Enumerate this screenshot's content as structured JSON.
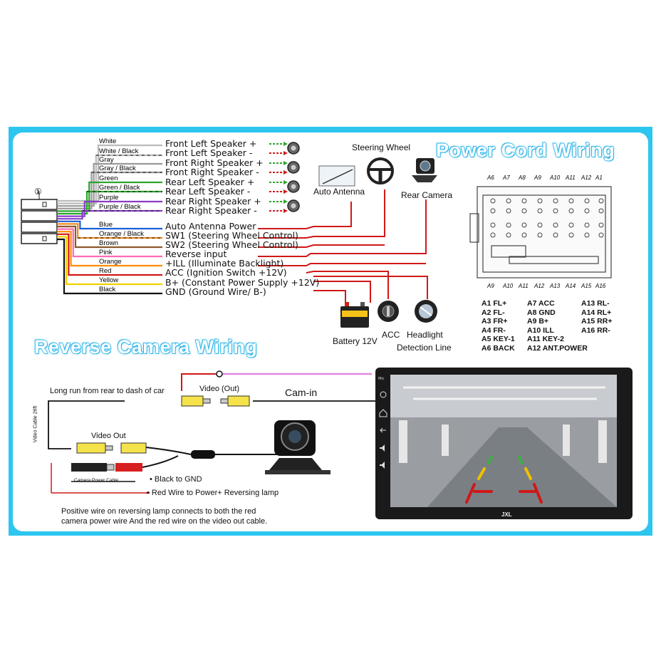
{
  "titles": {
    "power_cord": "Power Cord Wiring",
    "reverse_camera": "Reverse Camera Wiring"
  },
  "connector_number": "①",
  "wire_colors": [
    "White",
    "White / Black",
    "Gray",
    "Gray / Black",
    "Green",
    "Green / Black",
    "Purple",
    "Purple / Black",
    "Blue",
    "Orange / Black",
    "Brown",
    "Pink",
    "Orange",
    "Red",
    "Yellow",
    "Black"
  ],
  "wire_functions": [
    "Front Left Speaker +",
    "Front Left Speaker -",
    "Front Right Speaker +",
    "Front Right Speaker -",
    "Rear Left Speaker +",
    "Rear Left Speaker -",
    "Rear Right Speaker +",
    "Rear Right Speaker -",
    "Auto Antenna Power",
    "SW1 (Steering Wheel Control)",
    "SW2 (Steering Wheel Control)",
    "Reverse input",
    "+ILL (Illuminate Backlight)",
    "ACC (Ignition Switch +12V)",
    "B+ (Constant Power Supply +12V)",
    "GND (Ground Wire/ B-)"
  ],
  "devices": {
    "steering_wheel": "Steering Wheel",
    "auto_antenna": "Auto Antenna",
    "rear_camera": "Rear Camera",
    "battery": "Battery 12V",
    "acc": "ACC",
    "headlight_line1": "Headlight",
    "headlight_line2": "Detection Line"
  },
  "pin_top": [
    "A6",
    "A7",
    "A8",
    "A9",
    "A10",
    "A11",
    "A12",
    "A1"
  ],
  "pin_bottom": [
    "A9",
    "A10",
    "A11",
    "A12",
    "A13",
    "A14",
    "A15",
    "A16"
  ],
  "pin_legend": [
    [
      "A1 FL+",
      "A7 ACC",
      "A13 RL-"
    ],
    [
      "A2 FL-",
      "A8 GND",
      "A14 RL+"
    ],
    [
      "A3 FR+",
      "A9 B+",
      "A15 RR+"
    ],
    [
      "A4 FR-",
      "A10 ILL",
      "A16 RR-"
    ],
    [
      "A5 KEY-1",
      "A11 KEY-2",
      ""
    ],
    [
      "A6 BACK",
      "A12 ANT.POWER",
      ""
    ]
  ],
  "camera": {
    "long_run": "Long run from rear to dash of car",
    "video_out_top": "Video (Out)",
    "cam_in": "Cam-in",
    "video_cable": "Video Cable 26ft",
    "video_out": "Video Out",
    "camera_power_cable": "Camera Power Cable",
    "black_to_gnd": "Black to GND",
    "red_wire": "Red Wire to Power+ Reversing lamp",
    "note_line1": "Positive wire on reversing lamp connects to both the red",
    "note_line2": "camera power wire And the red wire on the video out cable."
  },
  "head_unit": {
    "brand": "JXL",
    "side_label": "Mic"
  },
  "colors": {
    "frame": "#2cc6ef",
    "title_stroke": "#2cb4e8",
    "wire_red": "#d01818",
    "cam_pink": "#e08ae0"
  },
  "icons": [
    "car-speaker-icon",
    "steering-wheel-icon",
    "auto-antenna-icon",
    "rear-camera-icon",
    "battery-icon",
    "acc-key-icon",
    "headlight-icon",
    "home-icon",
    "back-icon",
    "volume-up-icon",
    "volume-down-icon",
    "power-icon"
  ]
}
